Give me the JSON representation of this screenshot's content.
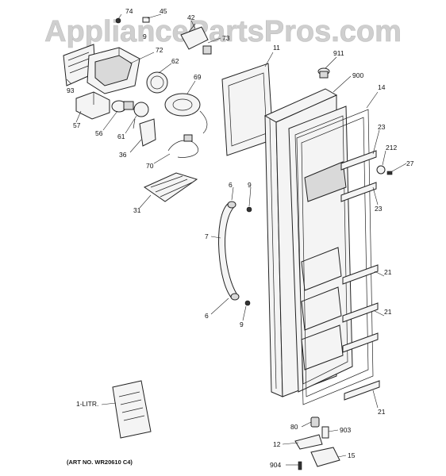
{
  "watermark": "AppliancePartsPros.com",
  "art_number": "(ART NO. WR20610 C4)",
  "manual_label": "1-LITR.",
  "callouts": [
    "74",
    "45",
    "42",
    "73",
    "9",
    "72",
    "93",
    "62",
    "11",
    "911",
    "900",
    "69",
    "57",
    "56",
    "61",
    "14",
    "36",
    "23",
    "212",
    "70",
    "27",
    "6",
    "9",
    "31",
    "23",
    "7",
    "21",
    "6",
    "9",
    "21",
    "80",
    "903",
    "12",
    "904",
    "15",
    "21"
  ]
}
